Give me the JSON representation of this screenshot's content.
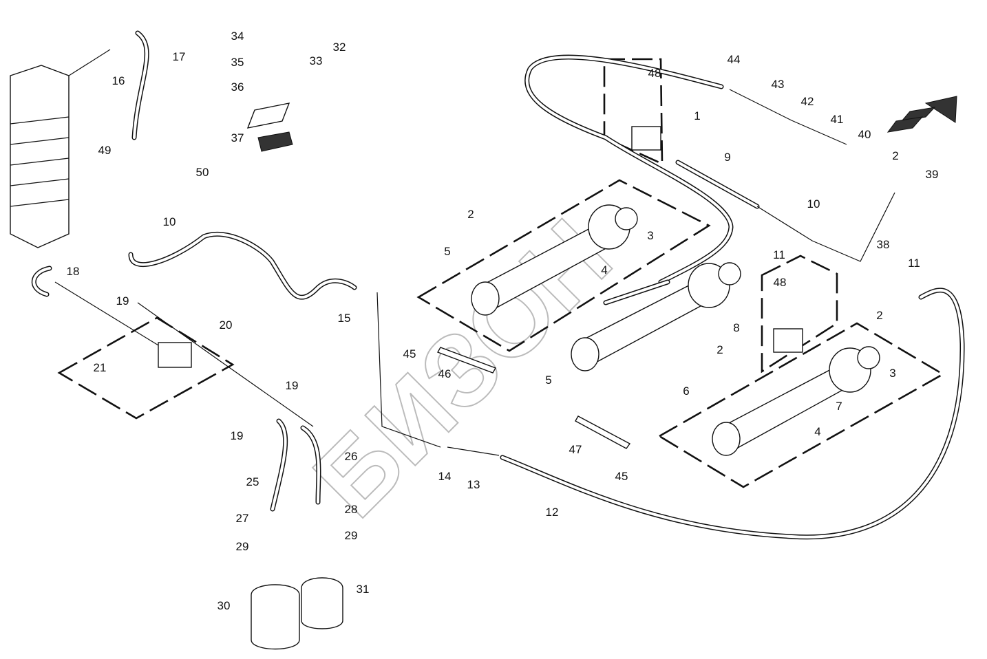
{
  "diagram": {
    "type": "exploded parts diagram (hydraulic circuit)",
    "watermark": "БИЗОН",
    "callouts": [
      "34",
      "35",
      "36",
      "37",
      "32",
      "33",
      "16",
      "17",
      "49",
      "50",
      "10",
      "18",
      "19",
      "20",
      "21",
      "19",
      "19",
      "15",
      "25",
      "26",
      "27",
      "28",
      "29",
      "29",
      "30",
      "31",
      "14",
      "13",
      "12",
      "45",
      "46",
      "47",
      "45",
      "5",
      "2",
      "3",
      "4",
      "5",
      "48",
      "1",
      "44",
      "43",
      "42",
      "41",
      "40",
      "2",
      "39",
      "9",
      "10",
      "11",
      "38",
      "11",
      "48",
      "2",
      "8",
      "2",
      "3",
      "6",
      "7",
      "4"
    ]
  }
}
